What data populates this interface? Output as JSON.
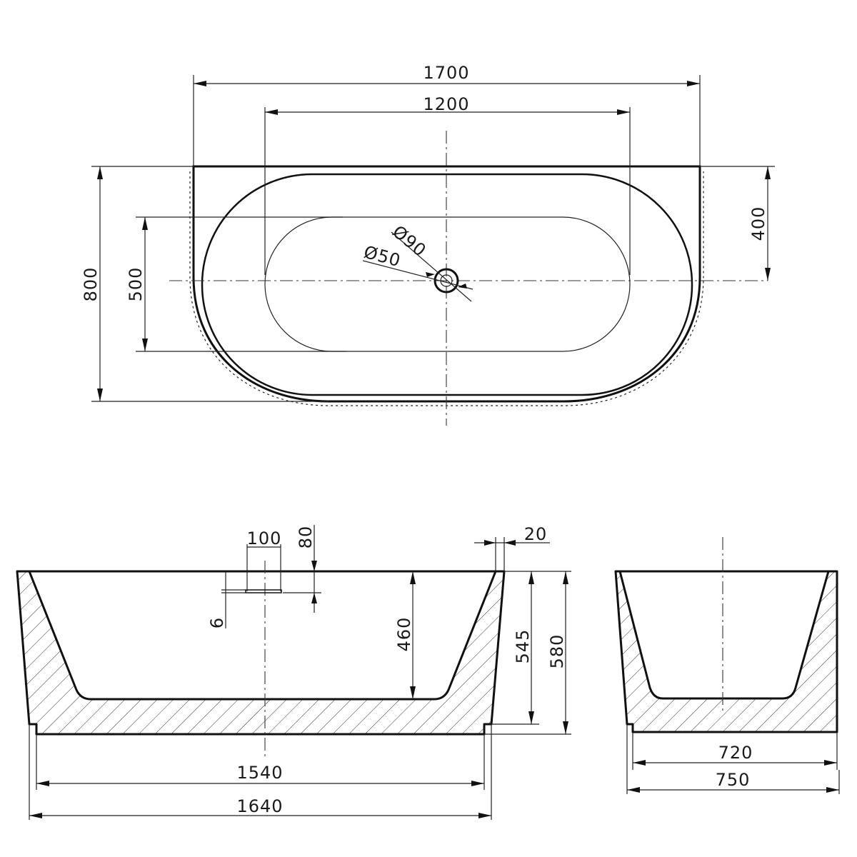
{
  "plan": {
    "overall_length": "1700",
    "inner_length": "1200",
    "overall_width": "800",
    "inner_width": "500",
    "drain_offset": "400",
    "drain_outer_dia": "Ø90",
    "drain_inner_dia": "Ø50"
  },
  "side": {
    "overflow_width": "100",
    "overflow_height": "80",
    "overflow_depth": "6",
    "rim_thickness": "20",
    "inner_depth": "460",
    "mid_height": "545",
    "overall_height": "580",
    "base_inner_length": "1540",
    "base_outer_length": "1640"
  },
  "end": {
    "base_inner_width": "720",
    "base_outer_width": "750"
  },
  "colors": {
    "line": "#111111",
    "background": "#ffffff"
  }
}
